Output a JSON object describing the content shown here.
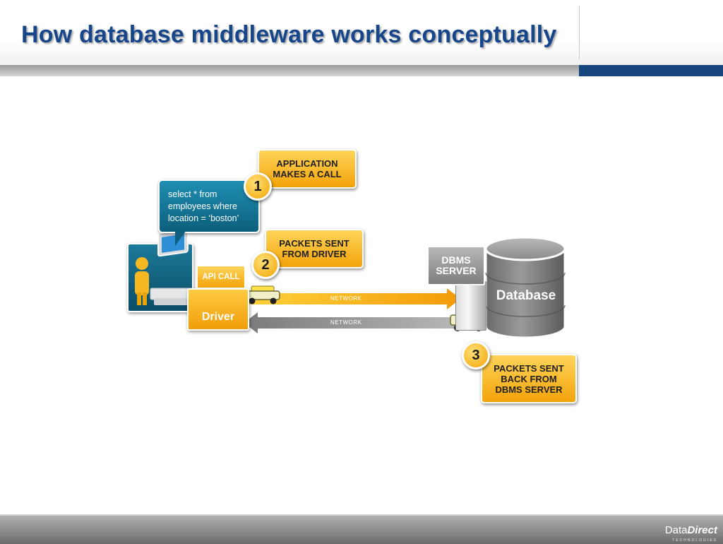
{
  "slide": {
    "title": "How database middleware works conceptually"
  },
  "diagram": {
    "steps": [
      {
        "number": "1",
        "label": "APPLICATION\nMAKES A CALL"
      },
      {
        "number": "2",
        "label": "PACKETS SENT\nFROM DRIVER"
      },
      {
        "number": "3",
        "label": "PACKETS SENT\nBACK FROM\nDBMS SERVER"
      }
    ],
    "query_bubble": "select * from\nemployees where\nlocation = ‘boston’",
    "api_call": "API CALL",
    "driver": "Driver",
    "network_forward": "NETWORK",
    "network_back": "NETWORK",
    "dbms_server": "DBMS\nSERVER",
    "database": "Database"
  },
  "footer": {
    "logo_light": "Data",
    "logo_bold": "Direct",
    "logo_sub": "TECHNOLOGIES"
  },
  "colors": {
    "title_blue": "#17468b",
    "accent_navy": "#17467e",
    "callout_orange": "#f3a30a",
    "bubble_teal": "#0d5f7d",
    "network_gray": "#8a8a8a"
  }
}
